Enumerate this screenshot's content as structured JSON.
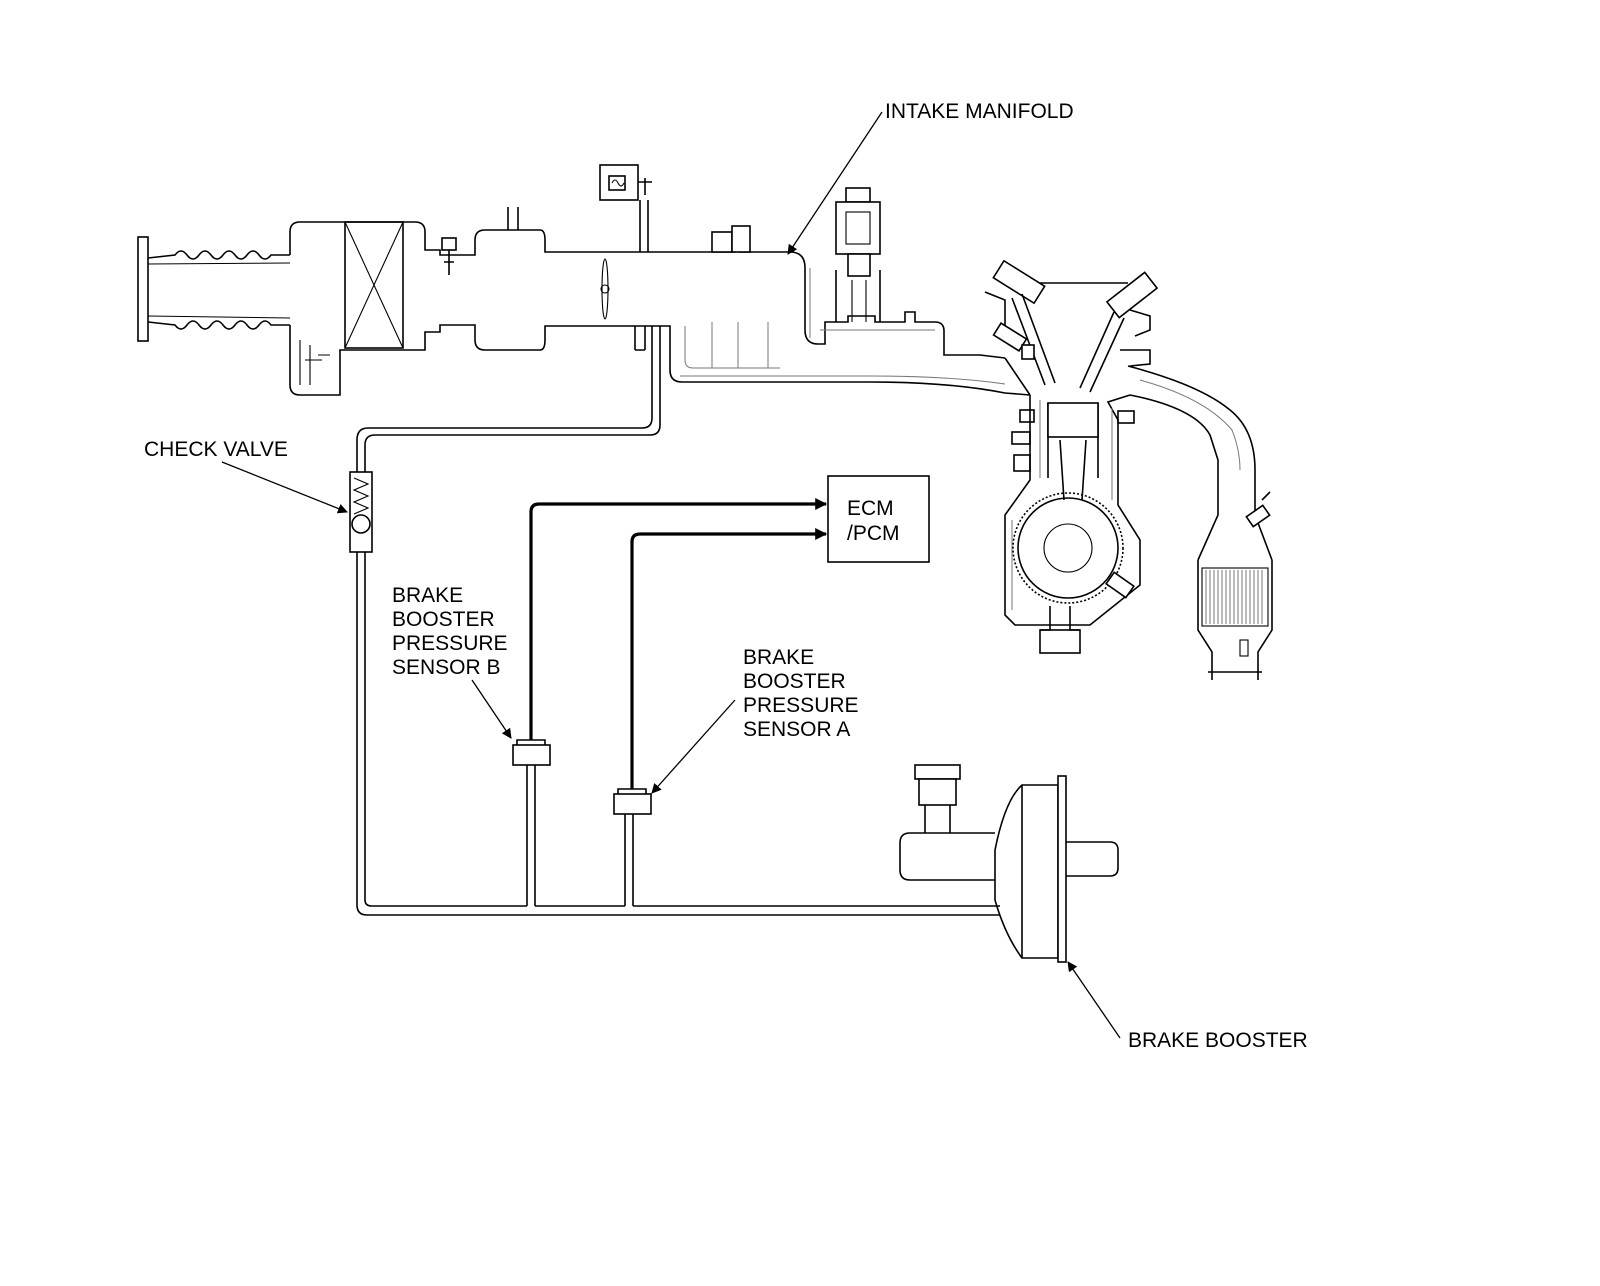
{
  "labels": {
    "intake_manifold": "INTAKE MANIFOLD",
    "check_valve": "CHECK VALVE",
    "ecm_line1": "ECM",
    "ecm_line2": "/PCM",
    "sensor_b": [
      "BRAKE",
      "BOOSTER",
      "PRESSURE",
      "SENSOR B"
    ],
    "sensor_a": [
      "BRAKE",
      "BOOSTER",
      "PRESSURE",
      "SENSOR A"
    ],
    "brake_booster": "BRAKE BOOSTER"
  },
  "colors": {
    "ink": "#000000",
    "background": "#ffffff",
    "shading": "#777777"
  }
}
